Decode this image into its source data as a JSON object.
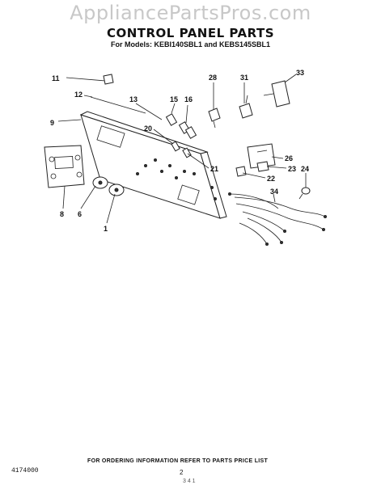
{
  "watermark": "AppliancePartsPros.com",
  "header": {
    "title": "CONTROL PANEL PARTS",
    "subtitle": "For Models: KEBI140SBL1 and KEBS145SBL1"
  },
  "callouts": {
    "c1": "1",
    "c6": "6",
    "c8": "8",
    "c9": "9",
    "c11": "11",
    "c12": "12",
    "c13": "13",
    "c15": "15",
    "c16": "16",
    "c20": "20",
    "c21": "21",
    "c22": "22",
    "c23": "23",
    "c24": "24",
    "c26": "26",
    "c28": "28",
    "c31": "31",
    "c33": "33",
    "c34": "34"
  },
  "footer": {
    "doc_number": "4174000",
    "note": "FOR ORDERING INFORMATION REFER TO PARTS PRICE LIST",
    "page": "2",
    "code": "3  4  1"
  }
}
